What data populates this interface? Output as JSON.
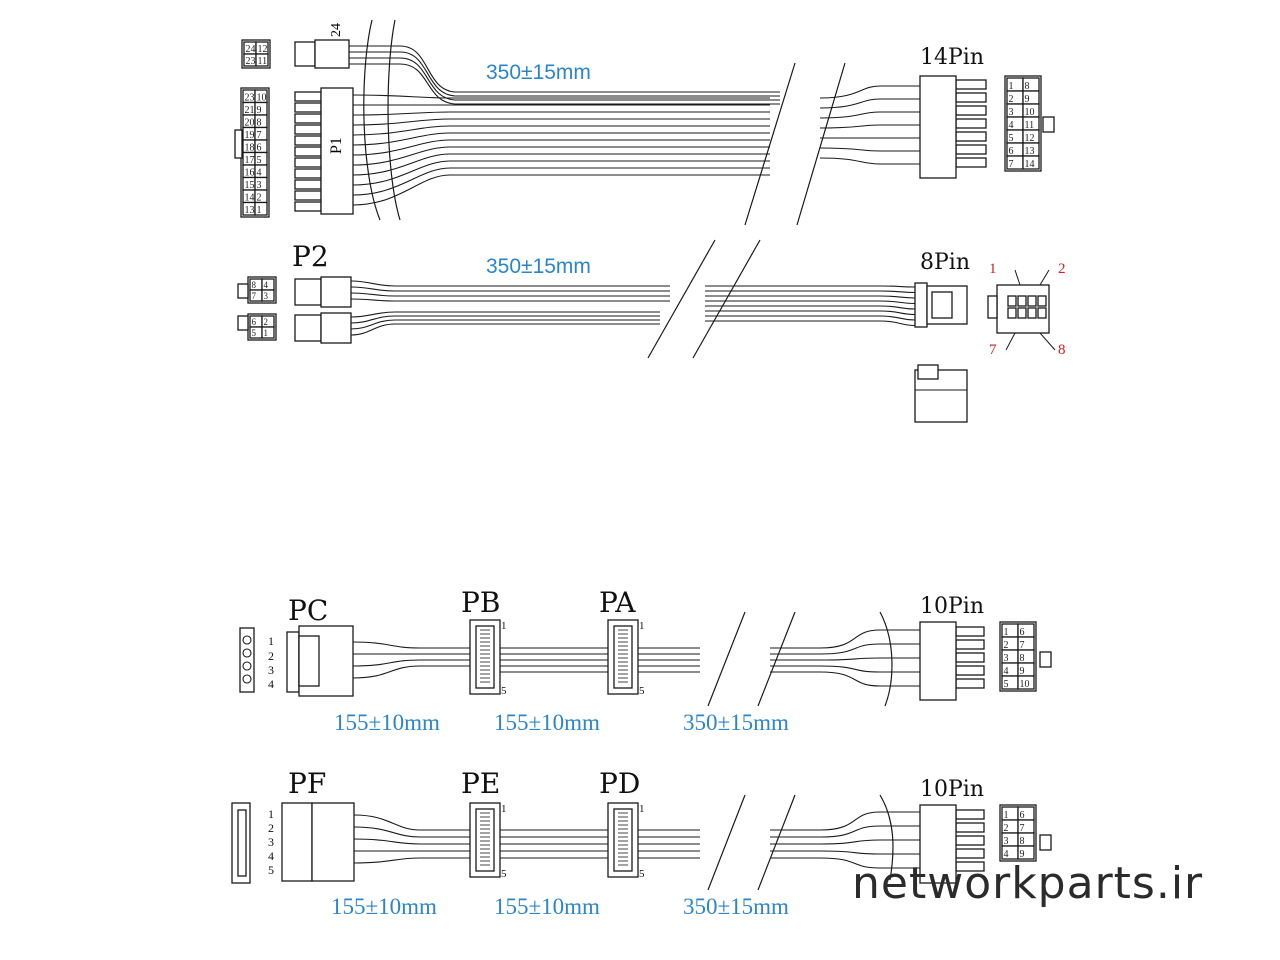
{
  "cable_1": {
    "left_top_pins": [
      "24",
      "12",
      "23",
      "11"
    ],
    "left_main_pins": [
      "23",
      "10",
      "21",
      "9",
      "20",
      "8",
      "19",
      "7",
      "18",
      "6",
      "17",
      "5",
      "16",
      "4",
      "15",
      "3",
      "14",
      "2",
      "13",
      "1"
    ],
    "housing_top_label": "24",
    "housing_main_label": "P1",
    "length": "350±15mm",
    "right_title": "14Pin",
    "right_pins": [
      "1",
      "8",
      "2",
      "9",
      "3",
      "10",
      "4",
      "11",
      "5",
      "12",
      "6",
      "13",
      "7",
      "14"
    ]
  },
  "cable_2": {
    "label": "P2",
    "left_pins_top": [
      "8",
      "4",
      "7",
      "3"
    ],
    "left_pins_bottom": [
      "6",
      "2",
      "5",
      "1"
    ],
    "length": "350±15mm",
    "right_title": "8Pin",
    "pin_callouts": [
      "1",
      "2",
      "7",
      "8"
    ],
    "callout_color": "#d41c1c"
  },
  "cable_3": {
    "connector_labels": [
      "PC",
      "PB",
      "PA"
    ],
    "molex_pins": [
      "1",
      "2",
      "3",
      "4"
    ],
    "sata_pin_first": "1",
    "sata_pin_last": "5",
    "lengths": [
      "155±10mm",
      "155±10mm",
      "350±15mm"
    ],
    "right_title": "10Pin",
    "right_pins": [
      "1",
      "6",
      "2",
      "7",
      "3",
      "8",
      "4",
      "9",
      "5",
      "10"
    ]
  },
  "cable_4": {
    "connector_labels": [
      "PF",
      "PE",
      "PD"
    ],
    "sata_pins": [
      "1",
      "2",
      "3",
      "4",
      "5"
    ],
    "sata_pin_first": "1",
    "sata_pin_last": "5",
    "lengths": [
      "155±10mm",
      "155±10mm",
      "350±15mm"
    ],
    "right_title": "10Pin",
    "right_pins": [
      "1",
      "6",
      "2",
      "7",
      "3",
      "8",
      "4",
      "9"
    ]
  },
  "watermark": "networkparts.ir",
  "colors": {
    "line": "#1a1a1a",
    "dimension": "#2a86c9",
    "callout": "#d41c1c"
  }
}
